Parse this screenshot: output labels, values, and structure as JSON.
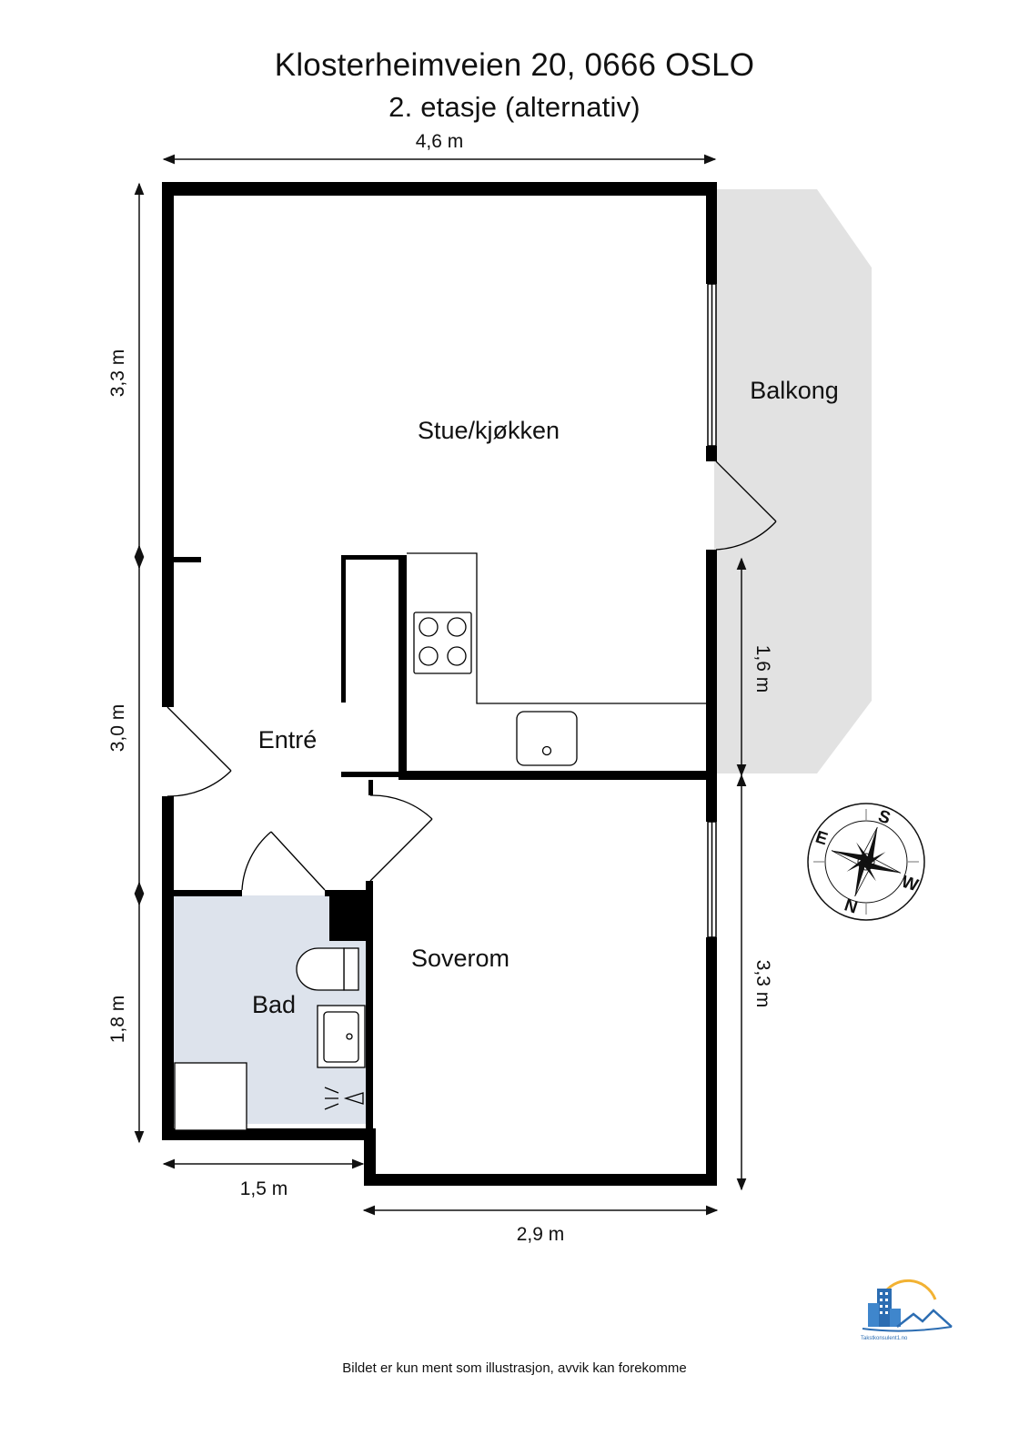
{
  "header": {
    "address": "Klosterheimveien 20, 0666 OSLO",
    "floor": "2. etasje (alternativ)"
  },
  "rooms": {
    "stue": "Stue/kjøkken",
    "balkong": "Balkong",
    "entre": "Entré",
    "soverom": "Soverom",
    "bad": "Bad"
  },
  "dimensions": {
    "top_width": "4,6 m",
    "left_upper": "3,3 m",
    "left_middle": "3,0 m",
    "left_lower": "1,8 m",
    "right_balcony": "1,6 m",
    "right_bedroom": "3,3 m",
    "bottom_bath": "1,5 m",
    "bottom_bedroom": "2,9 m"
  },
  "compass": {
    "n": "N",
    "e": "E",
    "s": "S",
    "w": "W"
  },
  "logo": {
    "text": "Takstkonsulent1.no",
    "icon": "building-house-logo-icon"
  },
  "footer": {
    "disclaimer": "Bildet er kun ment som illustrasjon, avvik kan forekomme"
  },
  "colors": {
    "wall": "#000000",
    "bath_floor": "#dde3ec",
    "balcony": "#e2e2e2",
    "logo_blue": "#2c6db2",
    "logo_sun": "#f2b233"
  }
}
